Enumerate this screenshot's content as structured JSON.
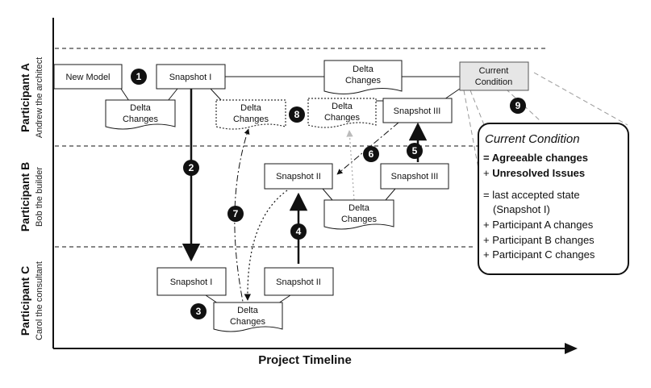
{
  "axis": {
    "x_label": "Project Timeline"
  },
  "lanes": {
    "a": {
      "name": "Participant A",
      "role": "Andrew the architect"
    },
    "b": {
      "name": "Participant B",
      "role": "Bob the builder"
    },
    "c": {
      "name": "Participant C",
      "role": "Carol the consultant"
    }
  },
  "nodes": {
    "new_model": "New Model",
    "a_snapshot_1": "Snapshot I",
    "a_delta_top_1": "Delta",
    "a_delta_top_2": "Changes",
    "current_1": "Current",
    "current_2": "Condition",
    "a_delta_below_1": "Delta",
    "a_delta_below_2": "Changes",
    "a_delta_dotted1_1": "Delta",
    "a_delta_dotted1_2": "Changes",
    "a_delta_dotted2_1": "Delta",
    "a_delta_dotted2_2": "Changes",
    "a_snapshot_3": "Snapshot III",
    "b_snapshot_2": "Snapshot II",
    "b_snapshot_3": "Snapshot III",
    "b_delta_1": "Delta",
    "b_delta_2": "Changes",
    "c_snapshot_1": "Snapshot I",
    "c_snapshot_2": "Snapshot II",
    "c_delta_1": "Delta",
    "c_delta_2": "Changes"
  },
  "markers": [
    "1",
    "2",
    "3",
    "4",
    "5",
    "6",
    "7",
    "8",
    "9"
  ],
  "callout": {
    "title": "Current Condition",
    "line1_prefix": "= ",
    "line1": "Agreeable changes",
    "line2_prefix": "+ ",
    "line2": "Unresolved Issues",
    "lines": [
      "= last accepted state",
      "(Snapshot I)",
      "+ Participant A changes",
      "+ Participant B changes",
      "+ Participant C changes"
    ]
  }
}
